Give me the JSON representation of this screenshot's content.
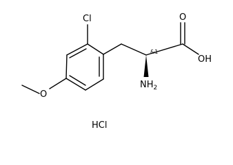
{
  "structure": {
    "atoms": {
      "cl": "Cl",
      "o_carbonyl": "O",
      "oh": "OH",
      "nh2_main": "NH",
      "nh2_sub": "2",
      "o_methoxy": "O",
      "stereo": "&1"
    },
    "salt": "HCl"
  }
}
